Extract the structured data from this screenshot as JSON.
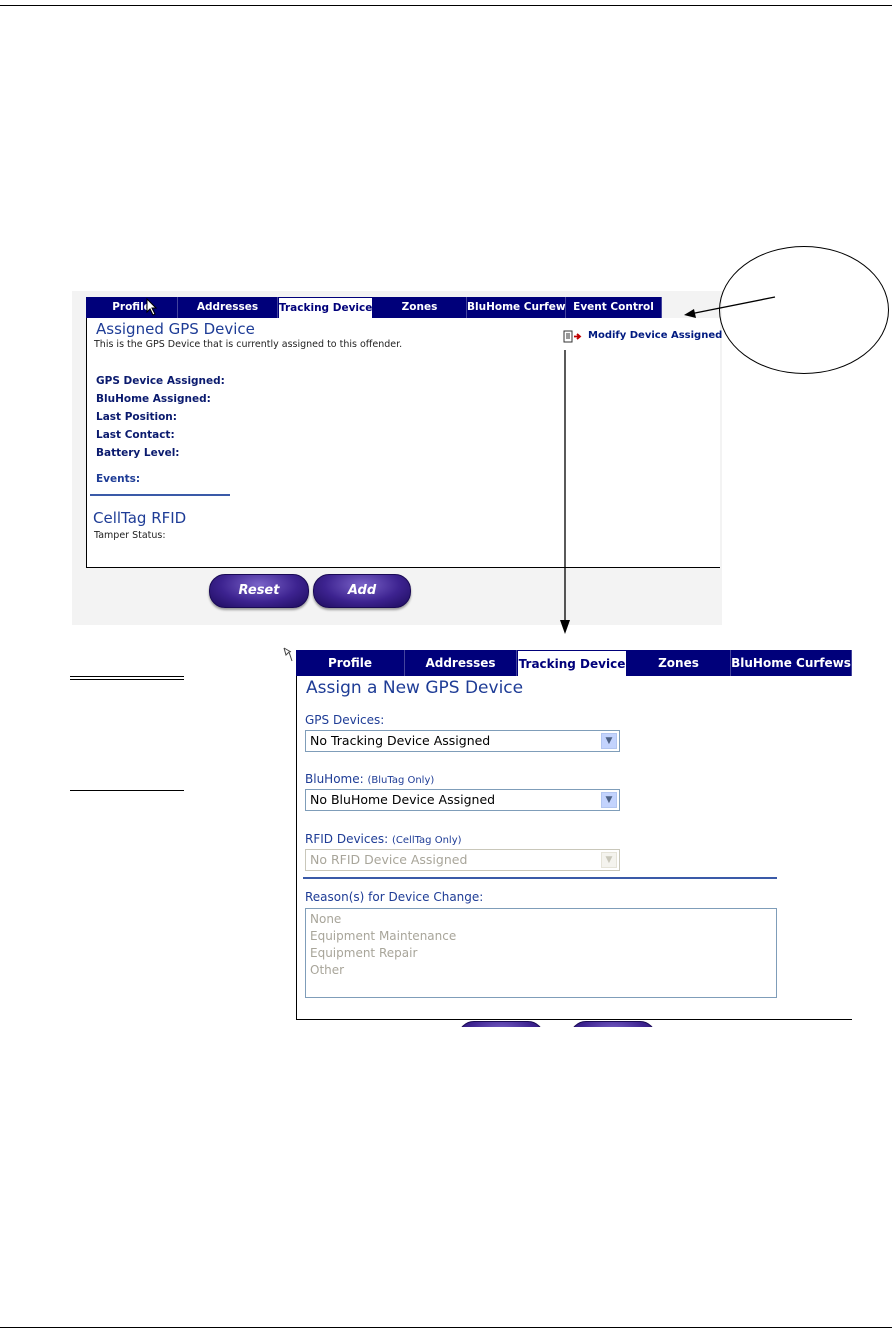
{
  "screenshot1": {
    "tabs": [
      "Profile",
      "Addresses",
      "Tracking Device",
      "Zones",
      "BluHome Curfews",
      "Event Control"
    ],
    "title": "Assigned GPS Device",
    "subtitle": "This is the GPS Device that is currently assigned to this offender.",
    "modify_link": "Modify Device Assigned",
    "fields": [
      "GPS Device Assigned:",
      "BluHome Assigned:",
      "Last Position:",
      "Last Contact:",
      "Battery Level:"
    ],
    "events_label": "Events:",
    "rfid_title": "CellTag RFID",
    "tamper_label": "Tamper Status:",
    "buttons": {
      "reset": "Reset",
      "add": "Add"
    }
  },
  "screenshot2": {
    "tabs": [
      "Profile",
      "Addresses",
      "Tracking Device",
      "Zones",
      "BluHome Curfews"
    ],
    "title": "Assign a New GPS Device",
    "gps_label": "GPS Devices:",
    "gps_value": "No Tracking Device Assigned",
    "bluhome_label": "BluHome:",
    "bluhome_note": "(BluTag Only)",
    "bluhome_value": "No BluHome Device Assigned",
    "rfid_label": "RFID Devices:",
    "rfid_note": "(CellTag Only)",
    "rfid_value": "No RFID Device Assigned",
    "reason_label": "Reason(s) for Device Change:",
    "reasons": [
      "None",
      "Equipment Maintenance",
      "Equipment Repair",
      "Other"
    ]
  },
  "colors": {
    "tab_bg": "#00007a",
    "heading": "#1e3c96",
    "button": "#3d2390"
  }
}
